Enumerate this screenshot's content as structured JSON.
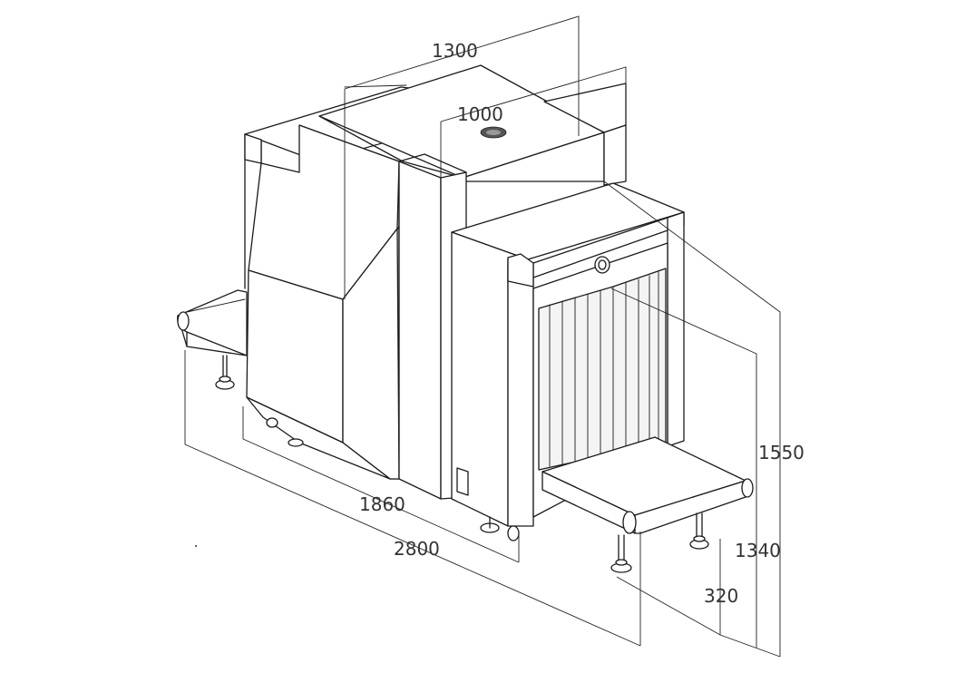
{
  "dimensions": {
    "top_width": "1300",
    "tunnel_width": "1000",
    "body_length": "1860",
    "total_length": "2800",
    "total_height": "1550",
    "conveyor_height": "1340",
    "tunnel_height": "320"
  }
}
